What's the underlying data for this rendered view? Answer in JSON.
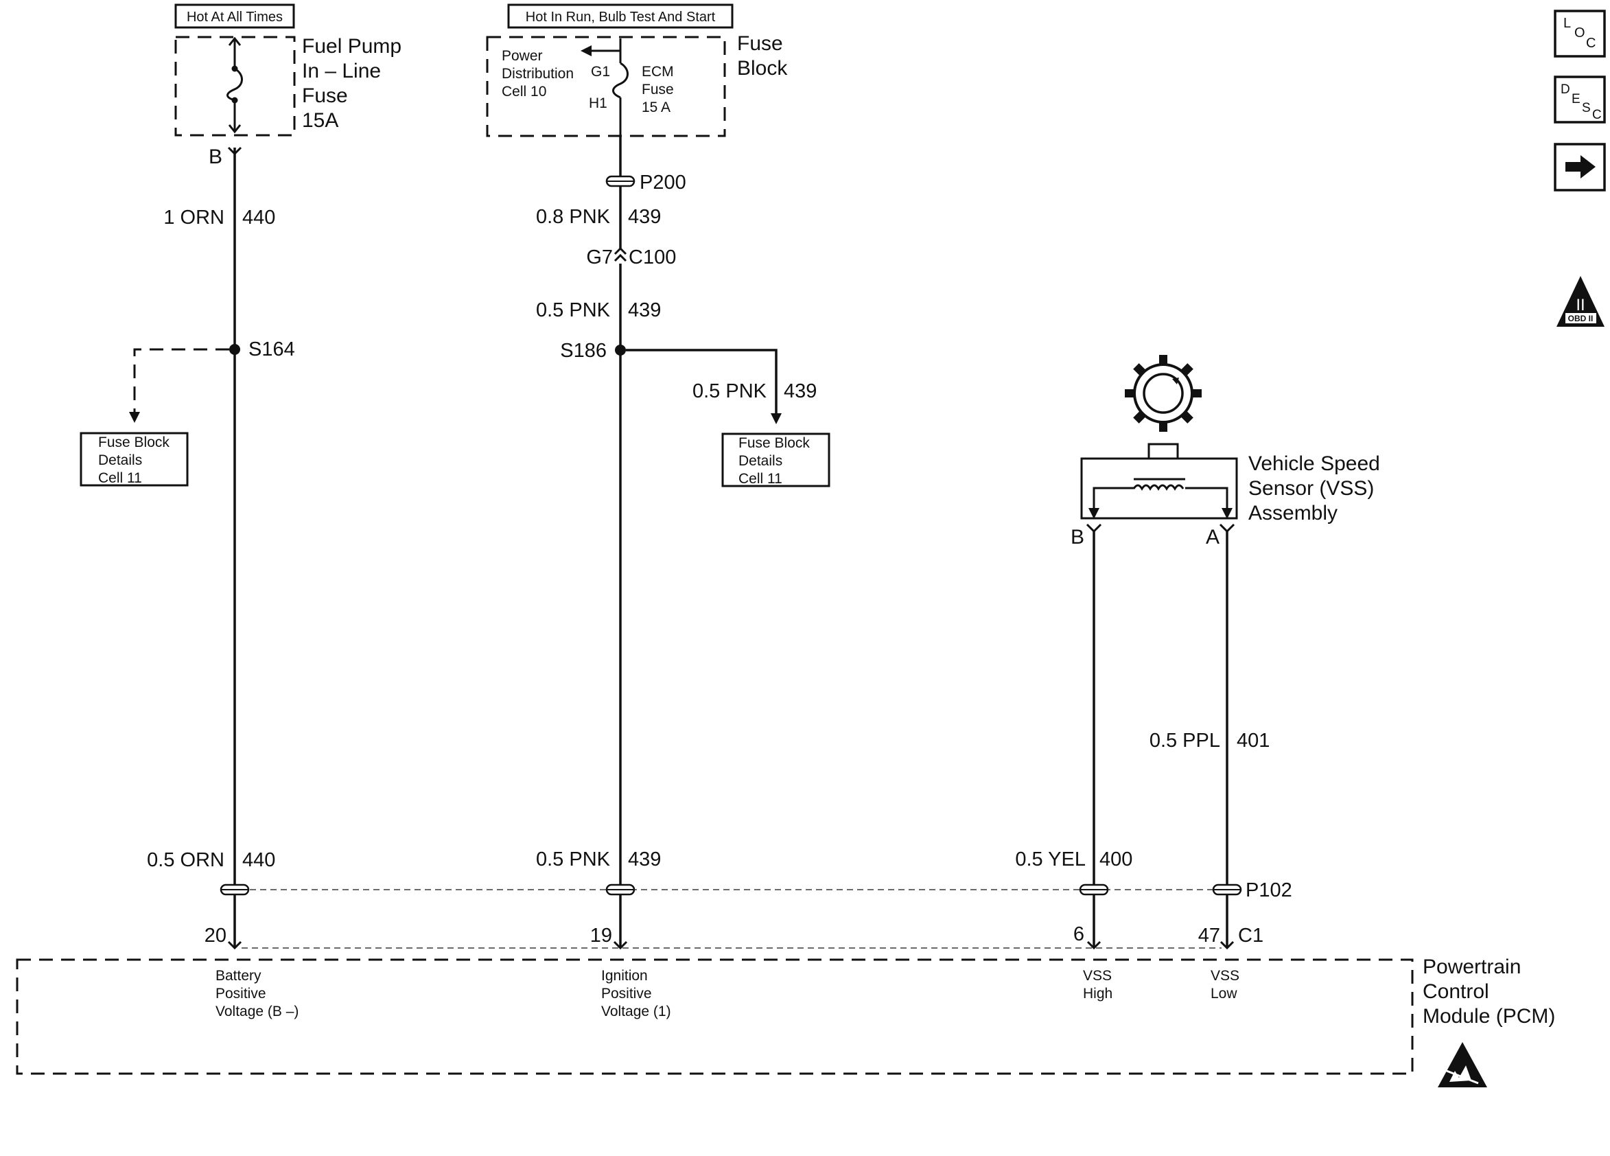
{
  "power": {
    "hot_all_times": "Hot At All Times",
    "hot_run_start": "Hot In Run, Bulb Test And Start"
  },
  "fuel_pump_fuse": {
    "lines": [
      "Fuel Pump",
      "In – Line",
      "Fuse",
      "15A"
    ],
    "terminal": "B"
  },
  "fuse_block": {
    "title_lines": [
      "Fuse",
      "Block"
    ],
    "power_dist_lines": [
      "Power",
      "Distribution",
      "Cell 10"
    ],
    "g1": "G1",
    "h1": "H1",
    "ecm_fuse_lines": [
      "ECM",
      "Fuse",
      "15 A"
    ]
  },
  "wires": {
    "w440_top_gauge": "1 ORN",
    "w440_top_circuit": "440",
    "p200": "P200",
    "w439_a_gauge": "0.8 PNK",
    "w439_a_circuit": "439",
    "c100_pin": "G7",
    "c100": "C100",
    "w439_b_gauge": "0.5 PNK",
    "w439_b_circuit": "439",
    "s164": "S164",
    "s186": "S186",
    "w439_branch_gauge": "0.5 PNK",
    "w439_branch_circuit": "439",
    "w401_gauge": "0.5 PPL",
    "w401_circuit": "401",
    "w440_bot_gauge": "0.5 ORN",
    "w440_bot_circuit": "440",
    "w439_c_gauge": "0.5 PNK",
    "w439_c_circuit": "439",
    "w400_gauge": "0.5 YEL",
    "w400_circuit": "400",
    "p102": "P102"
  },
  "fuse_block_details": {
    "left_lines": [
      "Fuse Block",
      "Details",
      "Cell 11"
    ],
    "right_lines": [
      "Fuse Block",
      "Details",
      "Cell 11"
    ]
  },
  "vss": {
    "lines": [
      "Vehicle Speed",
      "Sensor (VSS)",
      "Assembly"
    ],
    "terminal_b": "B",
    "terminal_a": "A"
  },
  "pcm": {
    "title_lines": [
      "Powertrain",
      "Control",
      "Module (PCM)"
    ],
    "pin_20": "20",
    "pin_19": "19",
    "pin_6": "6",
    "pin_47": "47",
    "connector": "C1",
    "battery_lines": [
      "Battery",
      "Positive",
      "Voltage (B –)"
    ],
    "ignition_lines": [
      "Ignition",
      "Positive",
      "Voltage (1)"
    ],
    "vss_high_lines": [
      "VSS",
      "High"
    ],
    "vss_low_lines": [
      "VSS",
      "Low"
    ]
  },
  "nav": {
    "loc_letters": [
      "L",
      "O",
      "C"
    ],
    "desc_letters": [
      "D",
      "E",
      "S",
      "C"
    ],
    "obd_numeral": "II",
    "obd_label": "OBD II"
  }
}
